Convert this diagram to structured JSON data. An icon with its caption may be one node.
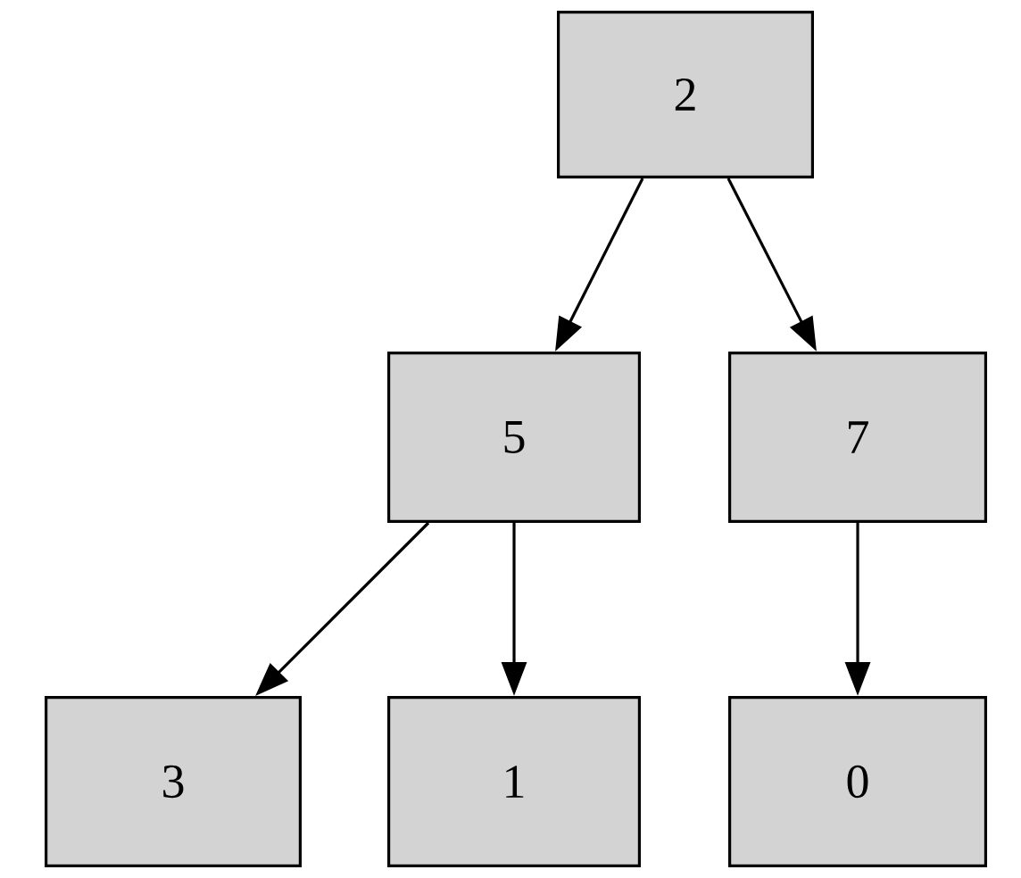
{
  "diagram": {
    "nodes": [
      {
        "text": [
          "2"
        ]
      },
      {
        "text": [
          "5"
        ]
      },
      {
        "text": [
          "7"
        ]
      },
      {
        "text": [
          "3"
        ]
      },
      {
        "text": [
          "1"
        ]
      },
      {
        "text": [
          "0"
        ]
      }
    ],
    "edges": [
      {
        "from": 0,
        "to": 1,
        "arrow": "to"
      },
      {
        "from": 0,
        "to": 2,
        "arrow": "to"
      },
      {
        "from": 1,
        "to": 3,
        "arrow": "to"
      },
      {
        "from": 1,
        "to": 4,
        "arrow": "to"
      },
      {
        "from": 2,
        "to": 5,
        "arrow": "to"
      }
    ]
  }
}
